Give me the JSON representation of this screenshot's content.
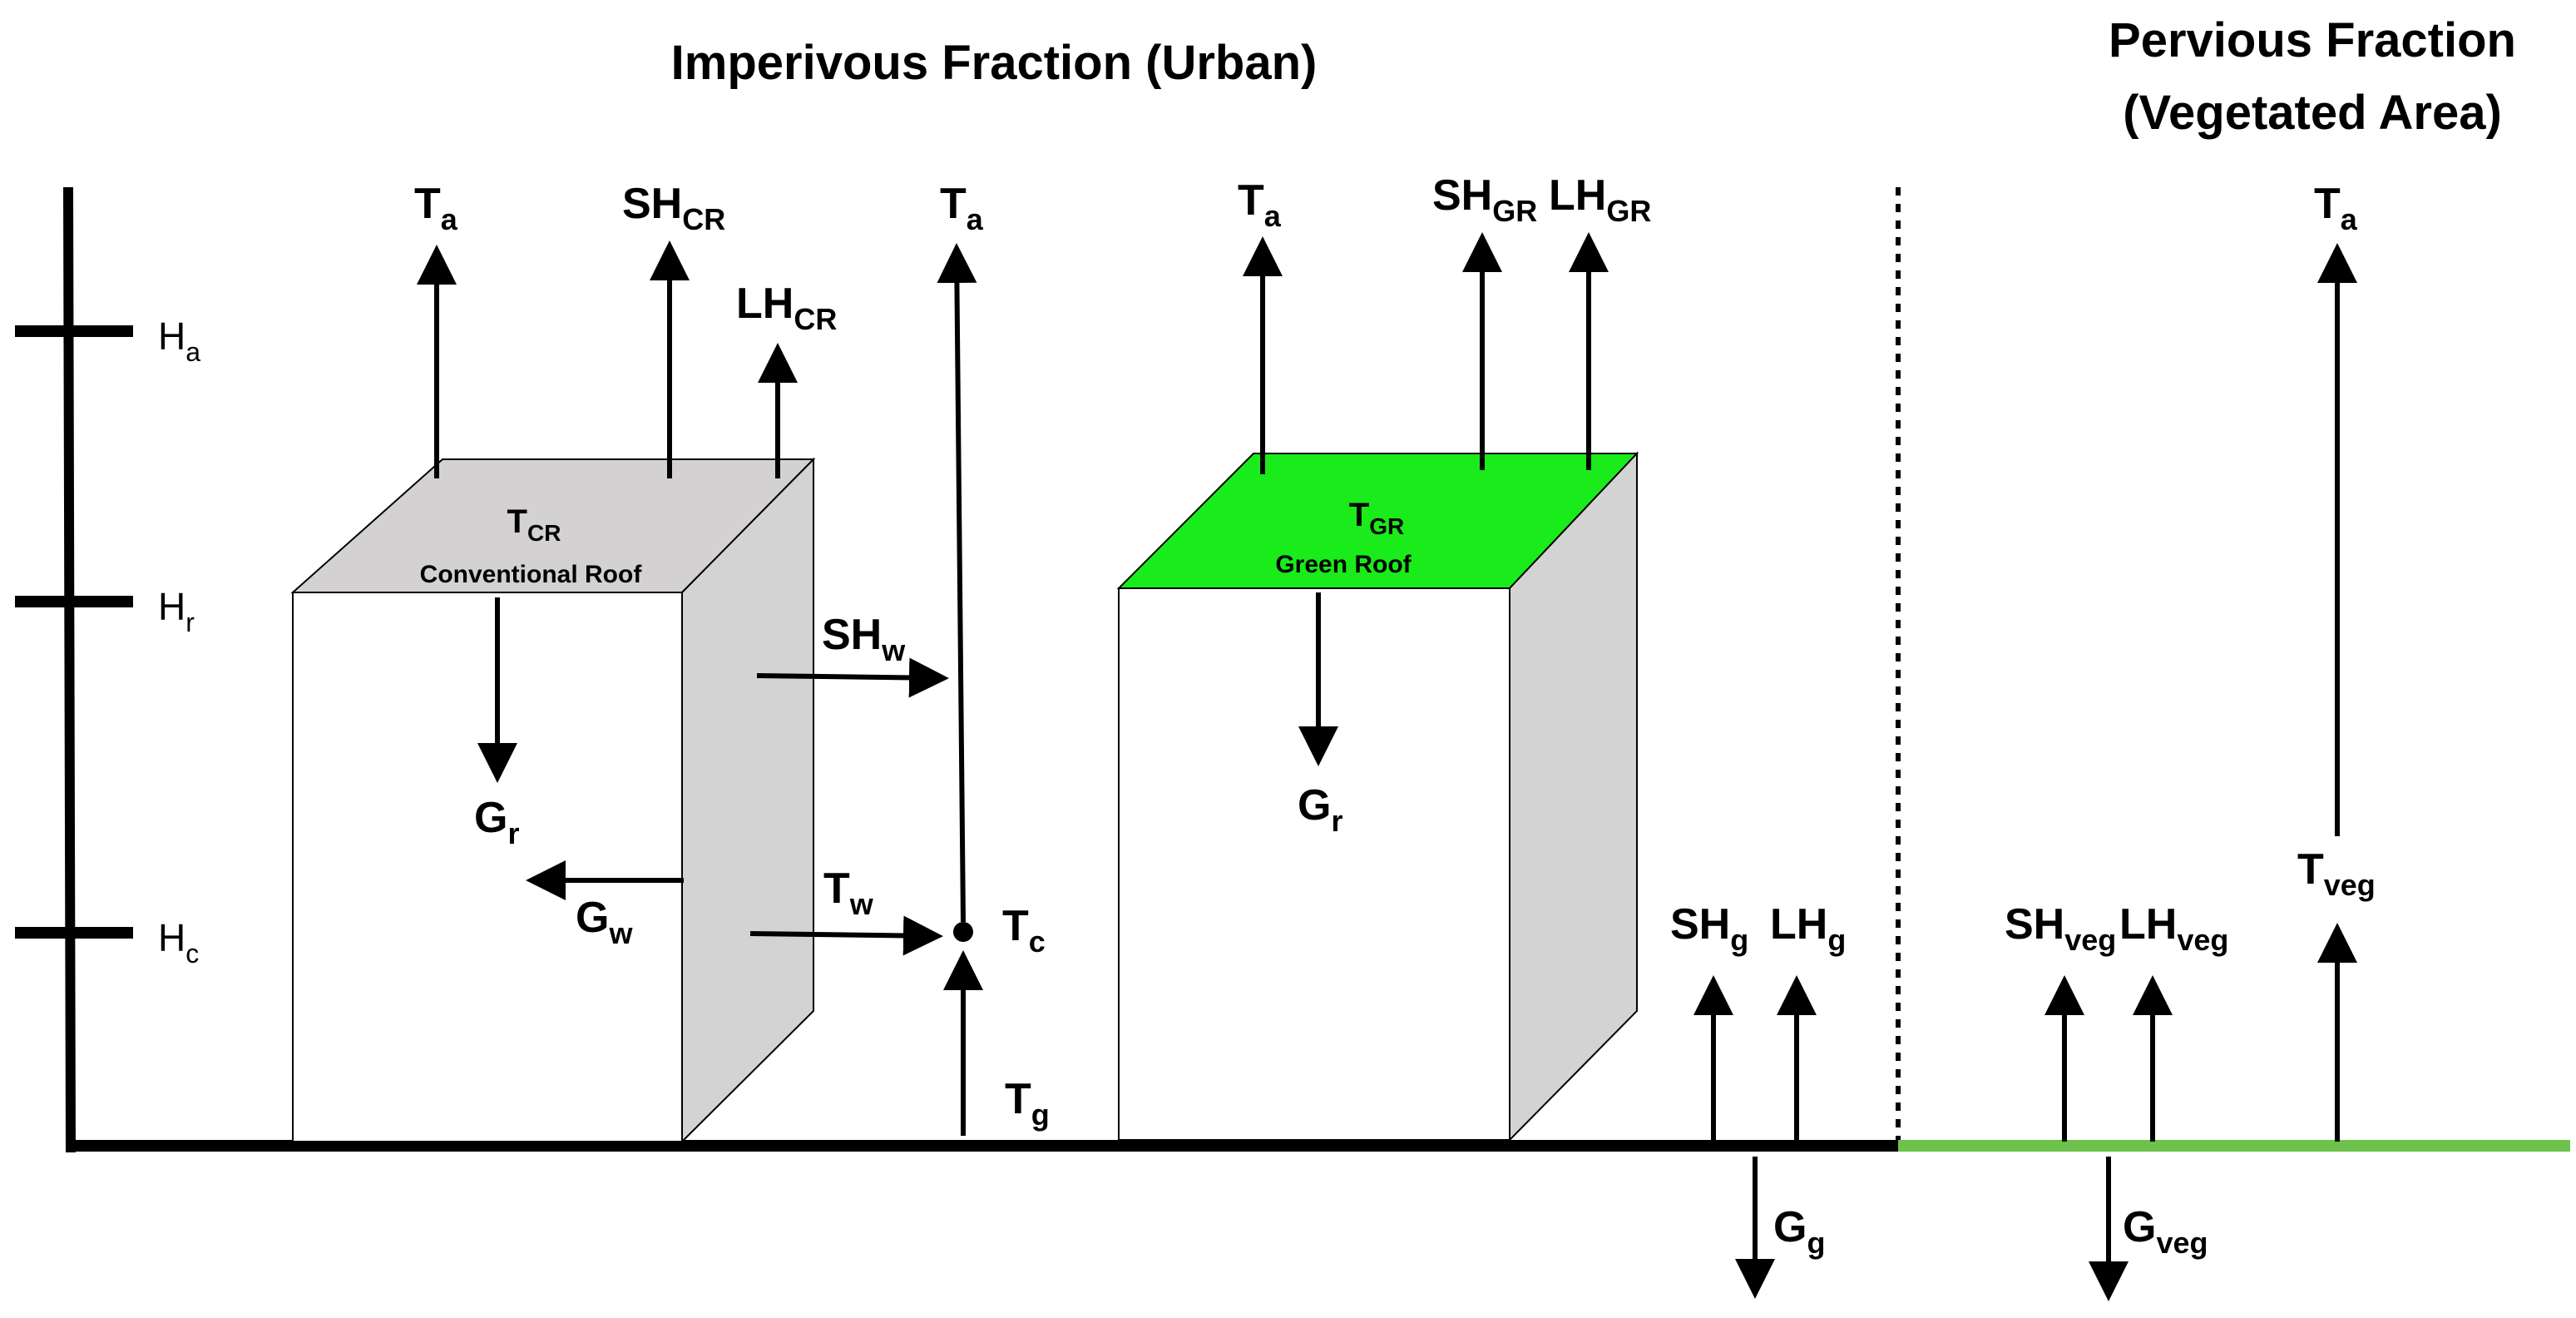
{
  "headers": {
    "impervious": "Imperivous Fraction (Urban)",
    "pervious_line1": "Pervious Fraction",
    "pervious_line2": "(Vegetated Area)"
  },
  "height_ticks": [
    {
      "base": "H",
      "sub": "a"
    },
    {
      "base": "H",
      "sub": "r"
    },
    {
      "base": "H",
      "sub": "c"
    }
  ],
  "roofs": {
    "conventional": {
      "temp_base": "T",
      "temp_sub": "CR",
      "name": "Conventional Roof",
      "color": "#d3d1d2"
    },
    "green": {
      "temp_base": "T",
      "temp_sub": "GR",
      "name": "Green Roof",
      "color": "#1aeb1a"
    }
  },
  "flux_labels": {
    "ta_cr": {
      "base": "T",
      "sub": "a"
    },
    "sh_cr": {
      "base": "SH",
      "sub": "CR"
    },
    "lh_cr": {
      "base": "LH",
      "sub": "CR"
    },
    "ta_canyon": {
      "base": "T",
      "sub": "a"
    },
    "sh_w": {
      "base": "SH",
      "sub": "w"
    },
    "t_w": {
      "base": "T",
      "sub": "w"
    },
    "t_c": {
      "base": "T",
      "sub": "c"
    },
    "t_g": {
      "base": "T",
      "sub": "g"
    },
    "g_r_cr": {
      "base": "G",
      "sub": "r"
    },
    "g_w": {
      "base": "G",
      "sub": "w"
    },
    "ta_gr": {
      "base": "T",
      "sub": "a"
    },
    "sh_gr": {
      "base": "SH",
      "sub": "GR"
    },
    "lh_gr": {
      "base": "LH",
      "sub": "GR"
    },
    "g_r_gr": {
      "base": "G",
      "sub": "r"
    },
    "sh_g": {
      "base": "SH",
      "sub": "g"
    },
    "lh_g": {
      "base": "LH",
      "sub": "g"
    },
    "g_g": {
      "base": "G",
      "sub": "g"
    },
    "ta_veg": {
      "base": "T",
      "sub": "a"
    },
    "t_veg": {
      "base": "T",
      "sub": "veg"
    },
    "sh_veg": {
      "base": "SH",
      "sub": "veg"
    },
    "lh_veg": {
      "base": "LH",
      "sub": "veg"
    },
    "g_veg": {
      "base": "G",
      "sub": "veg"
    }
  },
  "colors": {
    "ground_urban": "#000000",
    "ground_vegetated": "#6cc24a",
    "building_side": "#d3d3d3"
  }
}
